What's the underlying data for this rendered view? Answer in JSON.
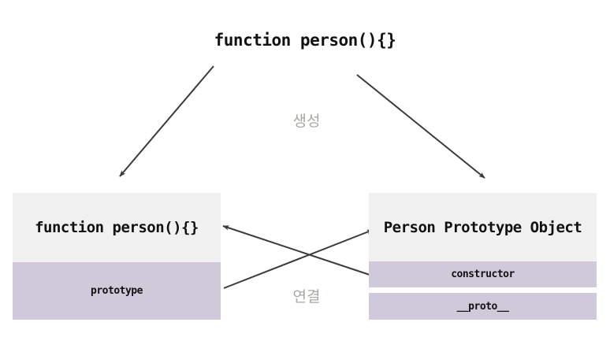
{
  "diagram": {
    "title": "function person(){}",
    "background_color": "#ffffff",
    "arrow_color": "#3a3a3a",
    "header_fill": "#f1f1f1",
    "property_fill": "#d0c9d9",
    "label_color": "#a9a9a2",
    "text_color": "#111111"
  },
  "top_node": {
    "text": "function person(){}"
  },
  "edge_labels": {
    "create": "생성",
    "link": "연결"
  },
  "left_box": {
    "header": "function person(){}",
    "rows": [
      {
        "name": "prototype"
      }
    ]
  },
  "right_box": {
    "header": "Person Prototype Object",
    "rows": [
      {
        "name": "constructor"
      },
      {
        "name": "__proto__"
      }
    ]
  },
  "arrows": [
    {
      "id": "create-left",
      "from": "top_node",
      "to": "left_box",
      "label": "생성"
    },
    {
      "id": "create-right",
      "from": "top_node",
      "to": "right_box",
      "label": "생성"
    },
    {
      "id": "link-prototype-to-object",
      "from": "left_box.prototype",
      "to": "right_box.header",
      "label": "연결"
    },
    {
      "id": "link-constructor-to-function",
      "from": "right_box.constructor",
      "to": "left_box.header",
      "label": "연결"
    }
  ]
}
